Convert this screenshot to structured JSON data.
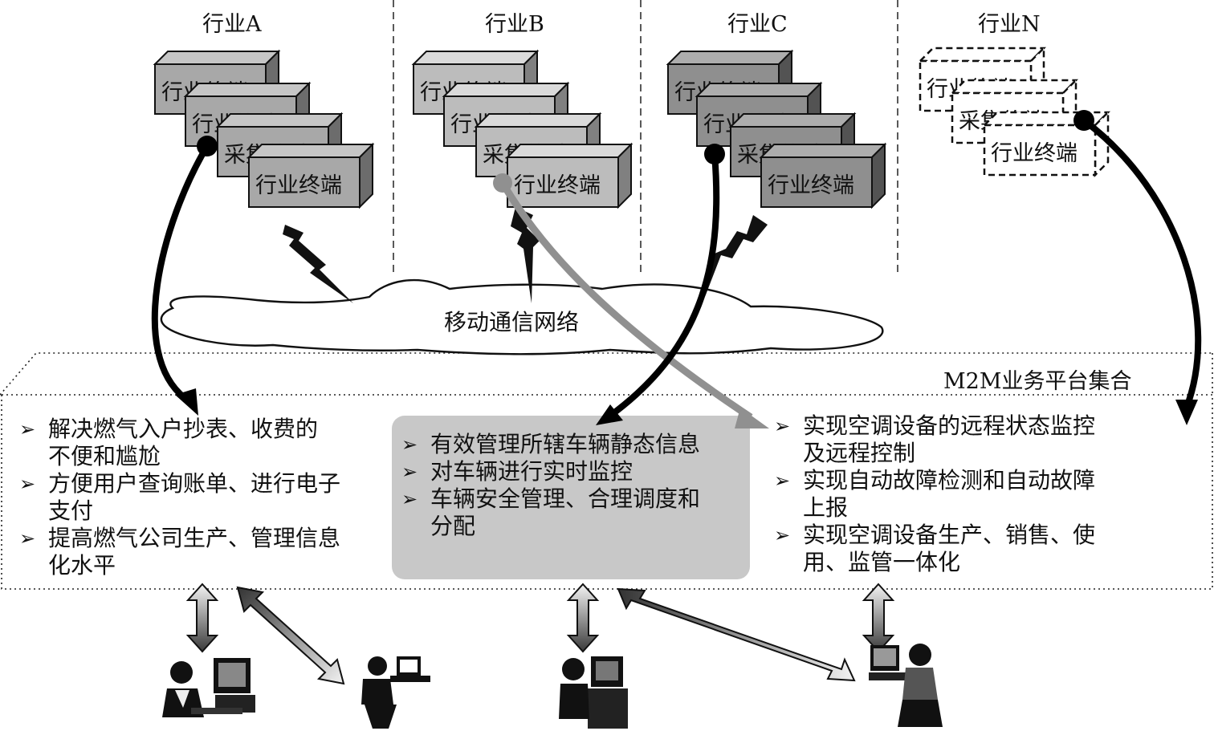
{
  "industries": [
    {
      "label": "行业A",
      "terminals": [
        "行业终端",
        "行业终端",
        "采集终端",
        "行业终端"
      ]
    },
    {
      "label": "行业B",
      "terminals": [
        "行业终端",
        "行业终端",
        "采集终端",
        "行业终端"
      ]
    },
    {
      "label": "行业C",
      "terminals": [
        "行业终端",
        "行业终端",
        "采集终端",
        "行业终端"
      ]
    },
    {
      "label": "行业N",
      "terminals": [
        "行业终端",
        "采集终端",
        "行业终端"
      ]
    }
  ],
  "network_label": "移动通信网络",
  "platform_label": "M2M业务平台集合",
  "bullet_glyph": "➢",
  "colors": {
    "box_A_front": "#a8a8a8",
    "box_B_front": "#bcbcbc",
    "box_C_front": "#8f8f8f",
    "middle_panel": "#c8c8c8",
    "gray_arrow": "#909090"
  },
  "panels": {
    "left": [
      [
        "解决燃气入户抄表、收费的",
        "不便和尴尬"
      ],
      [
        "方便用户查询账单、进行电子",
        "支付"
      ],
      [
        "提高燃气公司生产、管理信息",
        "化水平"
      ]
    ],
    "middle": [
      [
        "有效管理所辖车辆静态信息"
      ],
      [
        "对车辆进行实时监控"
      ],
      [
        "车辆安全管理、合理调度和",
        "分配"
      ]
    ],
    "right": [
      [
        "实现空调设备的远程状态监控",
        "及远程控制"
      ],
      [
        "实现自动故障检测和自动故障",
        "上报"
      ],
      [
        "实现空调设备生产、销售、使",
        "用、监管一体化"
      ]
    ]
  },
  "icons": [
    "lightning-icon",
    "user-at-computer-icon",
    "double-arrow-icon",
    "cloud-icon"
  ]
}
